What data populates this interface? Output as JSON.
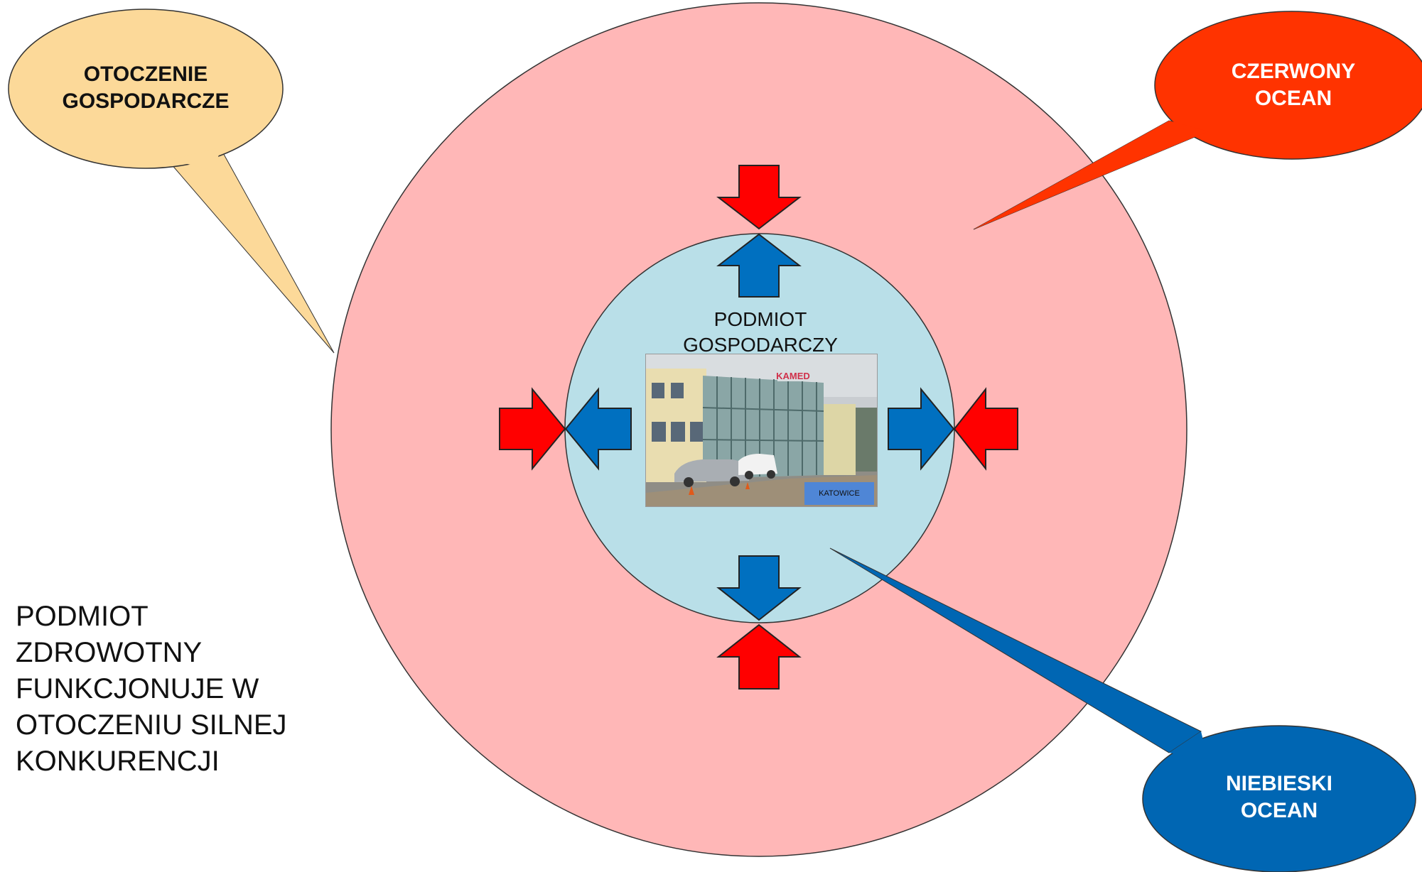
{
  "callouts": {
    "otoczenie": {
      "line1": "OTOCZENIE",
      "line2": "GOSPODARCZE",
      "color": "#fcd999"
    },
    "czerwony": {
      "line1": "CZERWONY",
      "line2": "OCEAN",
      "color": "#ff3300"
    },
    "niebieski": {
      "line1": "NIEBIESKI",
      "line2": "OCEAN",
      "color": "#0066b3"
    }
  },
  "center": {
    "line1": "PODMIOT",
    "line2": "GOSPODARCZY",
    "outer_color": "#ffb7b7",
    "inner_color": "#b9dfe8"
  },
  "photo": {
    "caption": "KATOWICE",
    "sign": "KAMED"
  },
  "side_note": {
    "lines": [
      "PODMIOT",
      "ZDROWOTNY",
      "FUNKCJONUJE W",
      "OTOCZENIU SILNEJ",
      "KONKURENCJI"
    ]
  },
  "arrows": {
    "pressure_color": "#ff0000",
    "push_color": "#0070c0"
  }
}
